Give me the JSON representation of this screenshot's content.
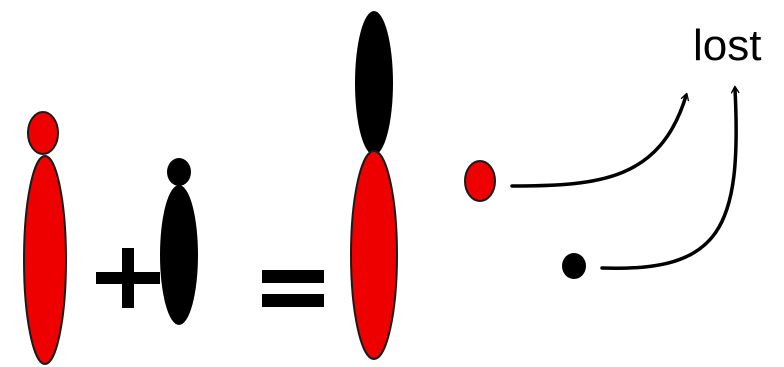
{
  "labels": {
    "lost": "lost"
  },
  "colors": {
    "red_chromosome": "#ee0000",
    "black_chromosome": "#000000",
    "outline": "#1a1a1a",
    "background": "#ffffff"
  },
  "symbols": {
    "plus": "plus-sign",
    "equals": "equals-sign",
    "arrow": "curved-arrow"
  }
}
